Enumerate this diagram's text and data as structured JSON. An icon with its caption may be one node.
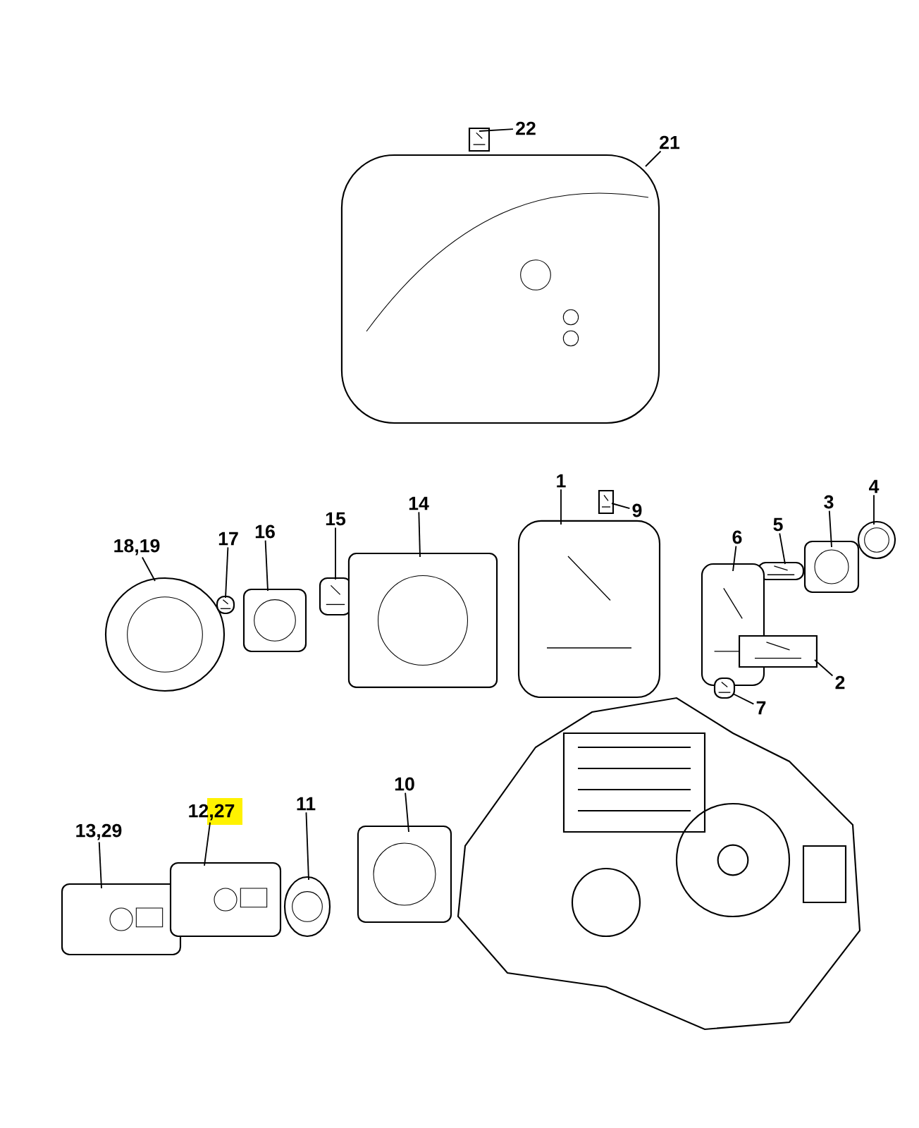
{
  "diagram": {
    "nodes": [
      {
        "text": [
          "22"
        ]
      },
      {
        "text": [],
        "shape": "picture"
      },
      {
        "text": [
          "21"
        ]
      },
      {
        "text": [],
        "shape": "picture"
      },
      {
        "text": [
          "1"
        ]
      },
      {
        "text": [],
        "shape": "picture"
      },
      {
        "text": [
          "9"
        ]
      },
      {
        "text": [],
        "shape": "picture"
      },
      {
        "text": [
          "3"
        ]
      },
      {
        "text": [],
        "shape": "picture"
      },
      {
        "text": [
          "4"
        ]
      },
      {
        "text": [],
        "shape": "picture"
      },
      {
        "text": [
          "5"
        ]
      },
      {
        "text": [],
        "shape": "picture"
      },
      {
        "text": [
          "6"
        ]
      },
      {
        "text": [],
        "shape": "picture"
      },
      {
        "text": [
          "2"
        ]
      },
      {
        "text": [],
        "shape": "picture"
      },
      {
        "text": [
          "7"
        ]
      },
      {
        "text": [],
        "shape": "picture"
      },
      {
        "text": [
          "18,19"
        ]
      },
      {
        "text": [],
        "shape": "picture"
      },
      {
        "text": [
          "17"
        ]
      },
      {
        "text": [],
        "shape": "picture"
      },
      {
        "text": [
          "16"
        ]
      },
      {
        "text": [],
        "shape": "picture"
      },
      {
        "text": [
          "15"
        ]
      },
      {
        "text": [],
        "shape": "picture"
      },
      {
        "text": [
          "14"
        ]
      },
      {
        "text": [],
        "shape": "picture"
      },
      {
        "text": [
          "13,29"
        ]
      },
      {
        "text": [],
        "shape": "picture"
      },
      {
        "text": [
          "12,27"
        ]
      },
      {
        "text": [],
        "shape": "picture"
      },
      {
        "text": [
          "11"
        ]
      },
      {
        "text": [],
        "shape": "picture"
      },
      {
        "text": [
          "10"
        ]
      },
      {
        "text": [],
        "shape": "picture"
      }
    ],
    "edges": [
      {
        "from": 0,
        "to": 1,
        "arrow": "none"
      },
      {
        "from": 2,
        "to": 3,
        "arrow": "none"
      },
      {
        "from": 4,
        "to": 5,
        "arrow": "none"
      },
      {
        "from": 6,
        "to": 7,
        "arrow": "none"
      },
      {
        "from": 8,
        "to": 9,
        "arrow": "none"
      },
      {
        "from": 10,
        "to": 11,
        "arrow": "none"
      },
      {
        "from": 12,
        "to": 13,
        "arrow": "none"
      },
      {
        "from": 14,
        "to": 15,
        "arrow": "none"
      },
      {
        "from": 16,
        "to": 17,
        "arrow": "none"
      },
      {
        "from": 18,
        "to": 19,
        "arrow": "none"
      },
      {
        "from": 20,
        "to": 21,
        "arrow": "none"
      },
      {
        "from": 22,
        "to": 23,
        "arrow": "none"
      },
      {
        "from": 24,
        "to": 25,
        "arrow": "none"
      },
      {
        "from": 26,
        "to": 27,
        "arrow": "none"
      },
      {
        "from": 28,
        "to": 29,
        "arrow": "none"
      },
      {
        "from": 30,
        "to": 31,
        "arrow": "none"
      },
      {
        "from": 32,
        "to": 33,
        "arrow": "none"
      },
      {
        "from": 34,
        "to": 35,
        "arrow": "none"
      },
      {
        "from": 36,
        "to": 37,
        "arrow": "none"
      }
    ]
  }
}
